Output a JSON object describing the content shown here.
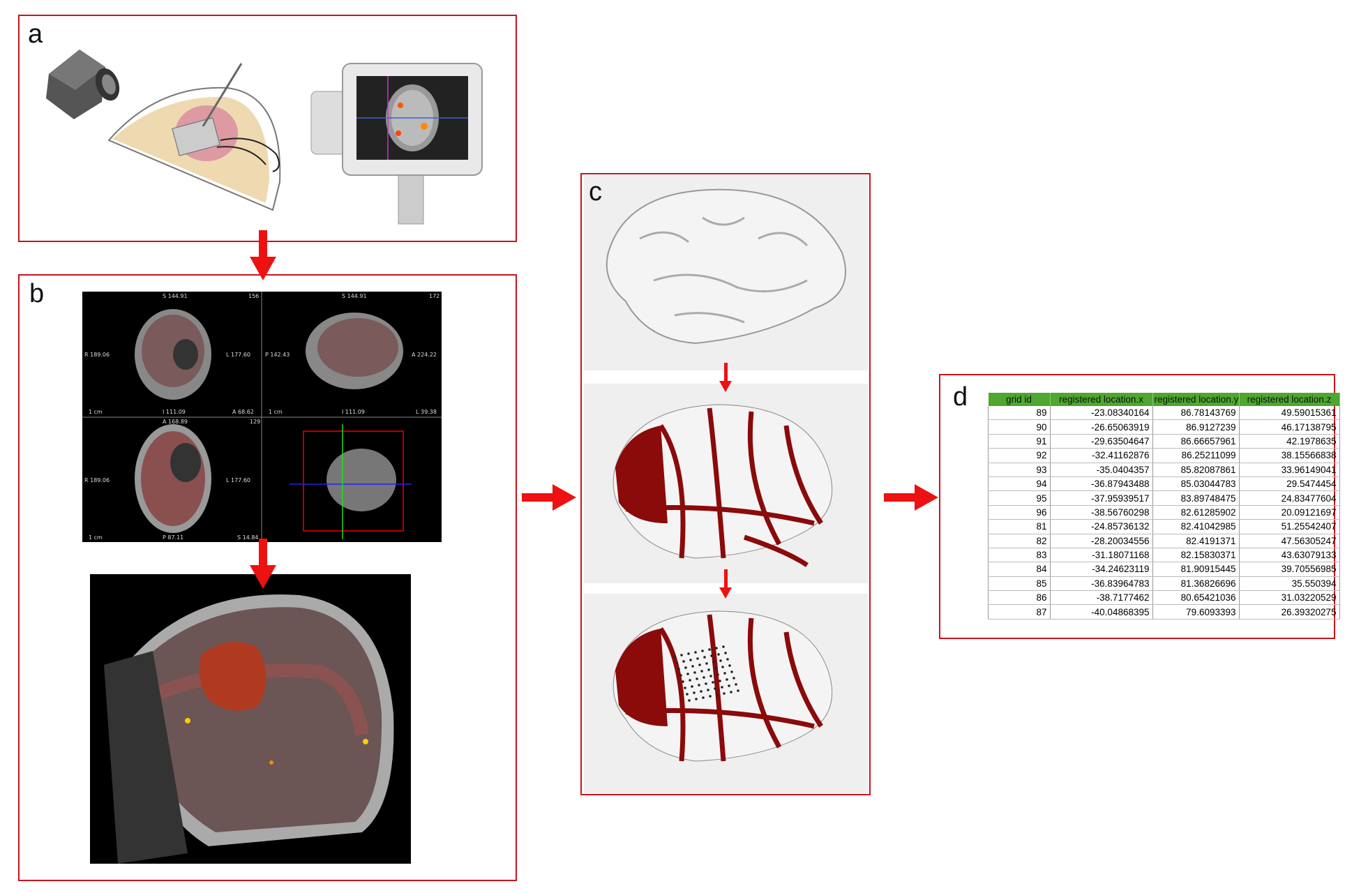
{
  "panels": {
    "a": {
      "label": "a"
    },
    "b": {
      "label": "b",
      "mri_viewer": {
        "coronal": {
          "top": "S 144.91",
          "top_right": "156",
          "left": "R 189.06",
          "right": "L 177.60",
          "bottom": "I 111.09",
          "bottom_right": "A 68.62",
          "scale": "1 cm"
        },
        "sagittal": {
          "top": "S 144.91",
          "top_right": "172",
          "left": "P 142.43",
          "right": "A 224.22",
          "bottom": "I 111.09",
          "bottom_right": "L 39.38",
          "scale": "1 cm"
        },
        "axial": {
          "top": "A 168.89",
          "top_right": "129",
          "left": "R 189.06",
          "right": "L 177.60",
          "bottom": "P 87.11",
          "bottom_right": "S 14.84",
          "scale": "1 cm"
        }
      }
    },
    "c": {
      "label": "c"
    },
    "d": {
      "label": "d",
      "table": {
        "headers": [
          "grid id",
          "registered location.x",
          "registered location.y",
          "registered location.z"
        ],
        "rows": [
          [
            "89",
            "-23.08340164",
            "86.78143769",
            "49.59015361"
          ],
          [
            "90",
            "-26.65063919",
            "86.9127239",
            "46.17138795"
          ],
          [
            "91",
            "-29.63504647",
            "86.66657961",
            "42.1978635"
          ],
          [
            "92",
            "-32.41162876",
            "86.25211099",
            "38.15566838"
          ],
          [
            "93",
            "-35.0404357",
            "85.82087861",
            "33.96149041"
          ],
          [
            "94",
            "-36.87943488",
            "85.03044783",
            "29.5474454"
          ],
          [
            "95",
            "-37.95939517",
            "83.89748475",
            "24.83477604"
          ],
          [
            "96",
            "-38.56760298",
            "82.61285902",
            "20.09121697"
          ],
          [
            "81",
            "-24.85736132",
            "82.41042985",
            "51.25542407"
          ],
          [
            "82",
            "-28.20034556",
            "82.4191371",
            "47.56305247"
          ],
          [
            "83",
            "-31.18071168",
            "82.15830371",
            "43.63079133"
          ],
          [
            "84",
            "-34.24623119",
            "81.90915445",
            "39.70556985"
          ],
          [
            "85",
            "-36.83964783",
            "81.36826696",
            "35.550394"
          ],
          [
            "86",
            "-38.7177462",
            "80.65421036",
            "31.03220529"
          ],
          [
            "87",
            "-40.04868395",
            "79.6093393",
            "26.39320275"
          ]
        ]
      }
    }
  },
  "colors": {
    "frame": "#c8141e",
    "arrow": "#ee1111",
    "header_green": "#4ea72e",
    "vessel": "#8b0a0a"
  }
}
